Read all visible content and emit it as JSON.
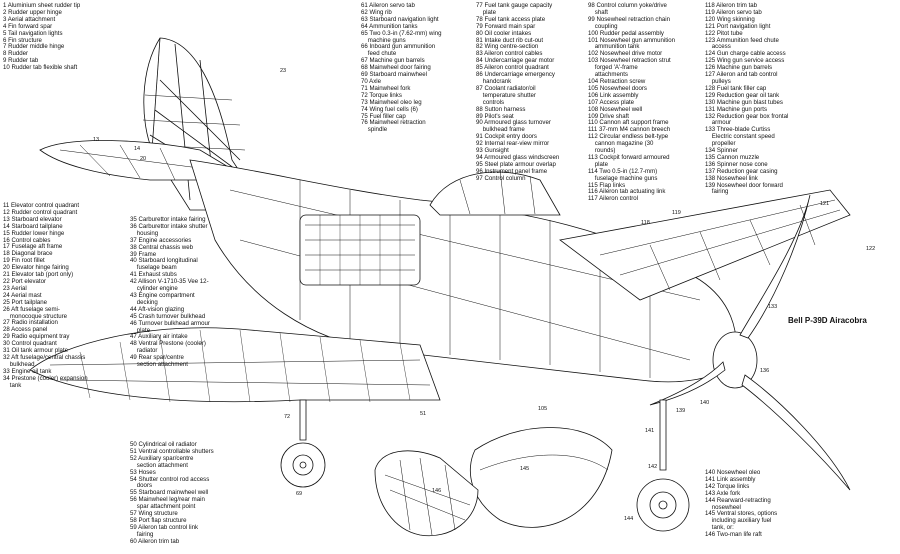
{
  "caption": "Bell P-39D Airacobra",
  "legends": {
    "col1": [
      "1 Aluminium sheet rudder tip",
      "2 Rudder upper hinge",
      "3 Aerial attachment",
      "4 Fin forward spar",
      "5 Tail navigation lights",
      "6 Fin structure",
      "7 Rudder middle hinge",
      "8 Rudder",
      "9 Rudder tab",
      "10 Rudder tab flexible shaft"
    ],
    "col2": [
      "11 Elevator control quadrant",
      "12 Rudder control quadrant",
      "13 Starboard elevator",
      "14 Starboard tailplane",
      "15 Rudder lower hinge",
      "16 Control cables",
      "17 Fuselage aft frame",
      "18 Diagonal brace",
      "19 Fin root fillet",
      "20 Elevator hinge fairing",
      "21 Elevator tab (port only)",
      "22 Port elevator",
      "23 Aerial",
      "24 Aerial mast",
      "25 Port tailplane",
      "26 Aft fuselage semi-",
      "    monocoque structure",
      "27 Radio installation",
      "28 Access panel",
      "29 Radio equipment tray",
      "30 Control quadrant",
      "31 Oil tank armour plate",
      "32 Aft fuselage/central chassis",
      "    bulkhead",
      "33 Engine oil tank",
      "34 Prestone (cooler) expansion",
      "    tank"
    ],
    "col3": [
      "35 Carburettor intake fairing",
      "36 Carburettor intake shutter",
      "    housing",
      "37 Engine accessories",
      "38 Central chassis web",
      "39 Frame",
      "40 Starboard longitudinal",
      "    fuselage beam",
      "41 Exhaust stubs",
      "42 Allison V-1710-35 Vee 12-",
      "    cylinder engine",
      "43 Engine compartment",
      "    decking",
      "44 Aft-vision glazing",
      "45 Crash turnover bulkhead",
      "46 Turnover bulkhead armour",
      "    plate",
      "47 Auxiliary air intake",
      "48 Ventral Prestone (cooler)",
      "    radiator",
      "49 Rear spar/centre",
      "    section attachment"
    ],
    "col4": [
      "50 Cylindrical oil radiator",
      "51 Ventral controllable shutters",
      "52 Auxiliary spar/centre",
      "    section attachment",
      "53 Hoses",
      "54 Shutter control rod access",
      "    doors",
      "55 Starboard mainwheel well",
      "56 Mainwheel leg/rear main",
      "    spar attachment point",
      "57 Wing structure",
      "58 Port flap structure",
      "59 Aileron tab control link",
      "    fairing",
      "60 Aileron trim tab"
    ],
    "col5": [
      "61 Aileron servo tab",
      "62 Wing rib",
      "63 Starboard navigation light",
      "64 Ammunition tanks",
      "65 Two 0.3-in (7.62-mm) wing",
      "    machine guns",
      "66 Inboard gun ammunition",
      "    feed chute",
      "67 Machine gun barrels",
      "68 Mainwheel door fairing",
      "69 Starboard mainwheel",
      "70 Axle",
      "71 Mainwheel fork",
      "72 Torque links",
      "73 Mainwheel oleo leg",
      "74 Wing fuel cells (6)",
      "75 Fuel filler cap",
      "76 Mainwheel retraction",
      "    spindle"
    ],
    "col6": [
      "77 Fuel tank gauge capacity",
      "    plate",
      "78 Fuel tank access plate",
      "79 Forward main spar",
      "80 Oil cooler intakes",
      "81 Intake duct rib cut-out",
      "82 Wing centre-section",
      "83 Aileron control cables",
      "84 Undercarriage gear motor",
      "85 Aileron control quadrant",
      "86 Undercarriage emergency",
      "    handcrank",
      "87 Coolant radiator/oil",
      "    temperature shutter",
      "    controls",
      "88 Sutton harness",
      "89 Pilot's seat",
      "90 Armoured glass turnover",
      "    bulkhead frame",
      "91 Cockpit entry doors",
      "92 Internal rear-view mirror",
      "93 Gunsight",
      "94 Armoured glass windscreen",
      "95 Steel plate armour overlap",
      "96 Instrument panel frame",
      "97 Control column"
    ],
    "col7": [
      "98 Control column yoke/drive",
      "    shaft",
      "99 Nosewheel retraction chain",
      "    coupling",
      "100 Rudder pedal assembly",
      "101 Nosewheel gun ammunition",
      "    ammunition tank",
      "102 Nosewheel drive motor",
      "103 Nosewheel retraction strut",
      "    forged 'A'-frame",
      "    attachments",
      "104 Retraction screw",
      "105 Nosewheel doors",
      "106 Link assembly",
      "107 Access plate",
      "108 Nosewheel well",
      "109 Drive shaft",
      "110 Cannon aft support frame",
      "111 37-mm M4 cannon breech",
      "112 Circular endless belt-type",
      "    cannon magazine (30",
      "    rounds)",
      "113 Cockpit forward armoured",
      "    plate",
      "114 Two 0.5-in (12.7-mm)",
      "    fuselage machine guns",
      "115 Flap links",
      "116 Aileron tab actuating link",
      "117 Aileron control"
    ],
    "col8": [
      "118 Aileron trim tab",
      "119 Aileron servo tab",
      "120 Wing skinning",
      "121 Port navigation light",
      "122 Pitot tube",
      "123 Ammunition feed chute",
      "    access",
      "124 Gun charge cable access",
      "125 Wing gun service access",
      "126 Machine gun barrels",
      "127 Aileron and tab control",
      "    pulleys",
      "128 Fuel tank filler cap",
      "129 Reduction gear oil tank",
      "130 Machine gun blast tubes",
      "131 Machine gun ports",
      "132 Reduction gear box frontal",
      "    armour",
      "133 Three-blade Curtiss",
      "    Electric constant speed",
      "    propeller",
      "134 Spinner",
      "135 Cannon muzzle",
      "136 Spinner nose cone",
      "137 Reduction gear casing",
      "138 Nosewheel link",
      "139 Nosewheel door forward",
      "    fairing"
    ],
    "col9": [
      "140 Nosewheel oleo",
      "141 Link assembly",
      "142 Torque links",
      "143 Axle fork",
      "144 Rearward-retracting",
      "    nosewheel",
      "145 Ventral stores, options",
      "    including auxiliary fuel",
      "    tank, or:",
      "146 Two-man life raft"
    ]
  },
  "callouts": {
    "c13": "13",
    "c14": "14",
    "c20": "20",
    "c23": "23",
    "c51": "51",
    "c69": "69",
    "c72": "72",
    "c105": "105",
    "c118": "118",
    "c119": "119",
    "c121": "121",
    "c122": "122",
    "c133": "133",
    "c136": "136",
    "c139": "139",
    "c140": "140",
    "c141": "141",
    "c142": "142",
    "c144": "144",
    "c145": "145",
    "c146": "146"
  }
}
